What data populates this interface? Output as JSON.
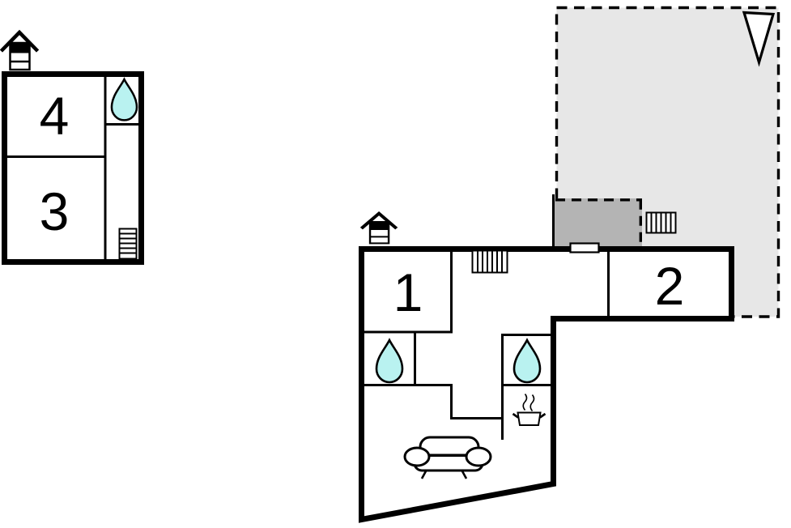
{
  "annex": {
    "room_4_label": "4",
    "room_3_label": "3"
  },
  "main_house": {
    "room_1_label": "1",
    "room_2_label": "2"
  },
  "colors": {
    "wall": "#000000",
    "water_drop_fill": "#b9f2f0",
    "terrace_fill": "#e7e7e7",
    "covered_terrace_fill": "#b4b4b4"
  },
  "icons": {
    "annex": [
      "fireplace-icon",
      "water-drop-icon",
      "stairs-icon"
    ],
    "main_house": [
      "fireplace-icon",
      "radiator-icon",
      "window-icon",
      "water-drop-icon",
      "water-drop-icon",
      "stove-icon",
      "sofa-icon",
      "radiator-icon",
      "north-arrow-icon"
    ]
  }
}
